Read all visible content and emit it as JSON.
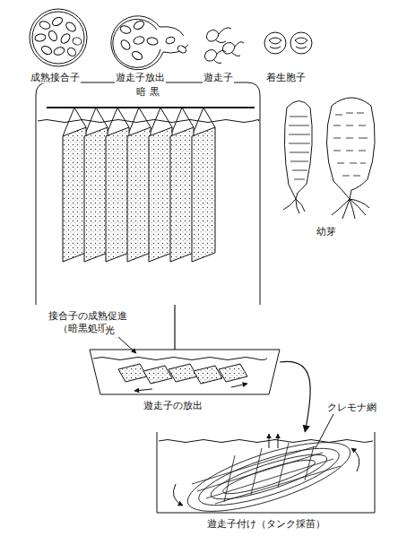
{
  "diagram": {
    "nodes": [
      {
        "text": [
          "暗 黒",
          "接合子の成熟促進 （暗黒処理）"
        ]
      },
      {
        "text": [
          "遊走子の放出"
        ]
      },
      {
        "text": [
          "遊走子付け（タンク採苗）"
        ]
      }
    ],
    "edges": [
      {
        "from": 0,
        "to": 1,
        "arrow": "none"
      },
      {
        "from": 1,
        "to": 2,
        "arrow": "to"
      }
    ],
    "labels": [
      "成熟接合子",
      "遊走子放出",
      "遊走子",
      "着生胞子",
      "幼芽",
      "光",
      "クレモナ網"
    ]
  }
}
